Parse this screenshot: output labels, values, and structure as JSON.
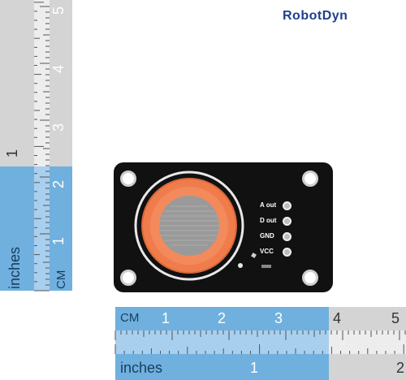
{
  "brand": {
    "name": "RobotDyn"
  },
  "vertical_ruler": {
    "unit_inches": "inches",
    "unit_cm": "CM",
    "inch_numbers": [
      "1"
    ],
    "cm_numbers": [
      "5",
      "4",
      "3",
      "2",
      "1"
    ]
  },
  "horizontal_ruler": {
    "unit_cm": "CM",
    "unit_inches": "inches",
    "cm_numbers": [
      "1",
      "2",
      "3",
      "4",
      "5"
    ],
    "inch_numbers": [
      "1",
      "2"
    ]
  },
  "module": {
    "pins": [
      "A out",
      "D out",
      "GND",
      "VCC"
    ],
    "board_color": "#111111",
    "sensor_color": "#f07c4c"
  },
  "colors": {
    "ruler_blue": "#6fb0df",
    "ruler_grey": "#d4d4d4",
    "brand": "#1f3f8f"
  }
}
